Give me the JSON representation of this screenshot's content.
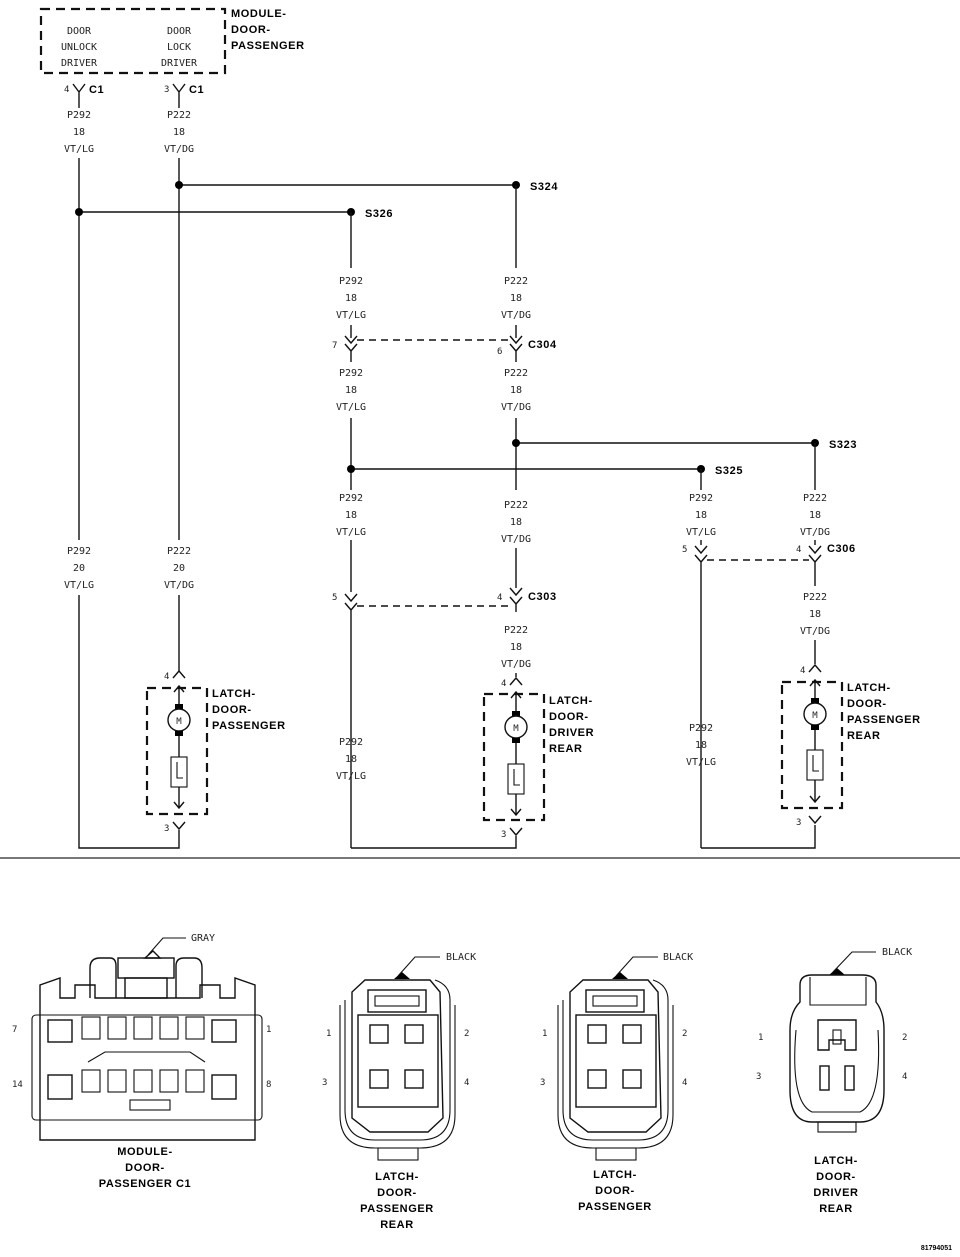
{
  "module": {
    "title": [
      "MODULE-",
      "DOOR-",
      "PASSENGER"
    ],
    "unlock_driver": [
      "DOOR",
      "UNLOCK",
      "DRIVER"
    ],
    "lock_driver": [
      "DOOR",
      "LOCK",
      "DRIVER"
    ],
    "pin_unlock": "4",
    "pin_lock": "3",
    "connector": "C1"
  },
  "wires": {
    "p292_20": [
      "P292",
      "20",
      "VT/LG"
    ],
    "p222_20": [
      "P222",
      "20",
      "VT/DG"
    ],
    "p292_18": [
      "P292",
      "18",
      "VT/LG"
    ],
    "p222_18": [
      "P222",
      "18",
      "VT/DG"
    ]
  },
  "splices": {
    "s324": "S324",
    "s326": "S326",
    "s323": "S323",
    "s325": "S325"
  },
  "connectors": {
    "c304": {
      "label": "C304",
      "pin_left": "7",
      "pin_right": "6"
    },
    "c303": {
      "label": "C303",
      "pin_left": "5",
      "pin_right": "4"
    },
    "c306": {
      "label": "C306",
      "pin_left": "5",
      "pin_right": "4"
    }
  },
  "latches": {
    "passenger": {
      "label": [
        "LATCH-",
        "DOOR-",
        "PASSENGER"
      ],
      "pin_top": "4",
      "pin_bottom": "3"
    },
    "driver_rear": {
      "label": [
        "LATCH-",
        "DOOR-",
        "DRIVER",
        "REAR"
      ],
      "pin_top": "4",
      "pin_bottom": "3"
    },
    "passenger_rear": {
      "label": [
        "LATCH-",
        "DOOR-",
        "PASSENGER",
        "REAR"
      ],
      "pin_top": "4",
      "pin_bottom": "3"
    }
  },
  "motor_symbol": "M",
  "connector_views": {
    "module_c1": {
      "color": "GRAY",
      "title": [
        "MODULE-",
        "DOOR-",
        "PASSENGER C1"
      ],
      "pins": [
        "7",
        "1",
        "14",
        "8"
      ]
    },
    "latch_passenger_rear": {
      "color": "BLACK",
      "title": [
        "LATCH-",
        "DOOR-",
        "PASSENGER",
        "REAR"
      ],
      "pins": [
        "1",
        "2",
        "3",
        "4"
      ]
    },
    "latch_passenger": {
      "color": "BLACK",
      "title": [
        "LATCH-",
        "DOOR-",
        "PASSENGER"
      ],
      "pins": [
        "1",
        "2",
        "3",
        "4"
      ]
    },
    "latch_driver_rear": {
      "color": "BLACK",
      "title": [
        "LATCH-",
        "DOOR-",
        "DRIVER",
        "REAR"
      ],
      "pins": [
        "1",
        "2",
        "3",
        "4"
      ]
    }
  },
  "figure_id": "81794051"
}
